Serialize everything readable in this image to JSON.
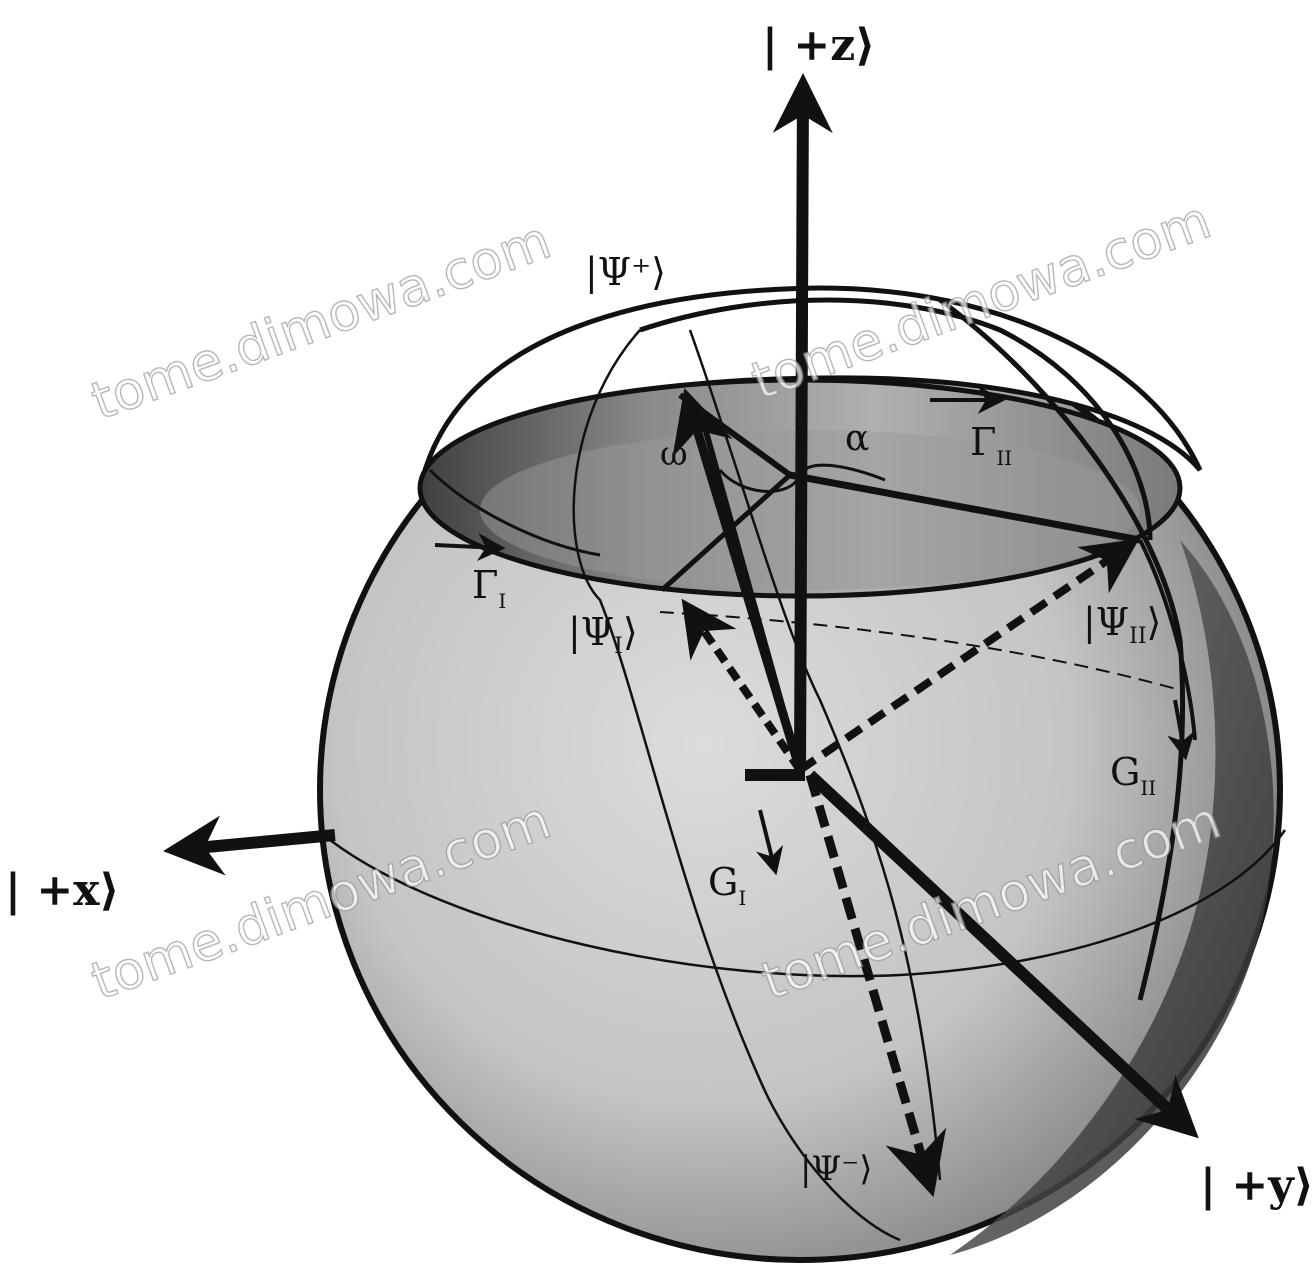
{
  "labels": {
    "z": "| +z⟩",
    "x": "| +x⟩",
    "y": "| +y⟩",
    "psi_plus": "|Ψ⁺⟩",
    "psi_minus": "|Ψ⁻⟩",
    "psi_I": "|Ψ",
    "psi_I_sub": "I",
    "psi_II": "|Ψ",
    "psi_II_sub": "II",
    "gamma_I": "Γ",
    "gamma_I_sub": "I",
    "gamma_II": "Γ",
    "gamma_II_sub": "II",
    "g_I": "G",
    "g_I_sub": "I",
    "g_II": "G",
    "g_II_sub": "II",
    "alpha": "α",
    "omega": "ω",
    "ket_close": "⟩"
  },
  "watermark": "tome.dimowa.com",
  "colors": {
    "ink": "#111111",
    "sphere_light": "#d8d8d8",
    "sphere_dark": "#555555",
    "cap_dark": "#6d6d6d"
  }
}
